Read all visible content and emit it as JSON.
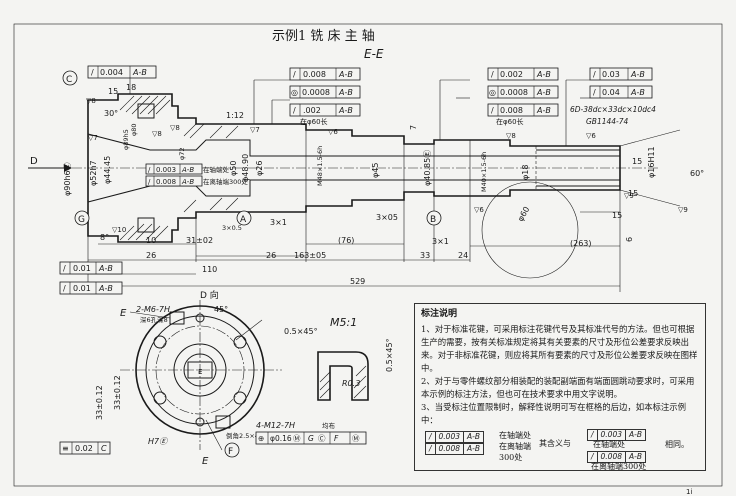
{
  "title": "示例1    铣  床  主  轴",
  "section_label": "E-E",
  "detail_label": "M5:1",
  "view_label": "D 向",
  "datums": {
    "C": "C",
    "G": "G",
    "A": "A",
    "B": "B",
    "F": "F",
    "E": "E",
    "D": "D"
  },
  "fcf": {
    "top_left": [
      "/",
      "0.004",
      "A-B"
    ],
    "mid1": [
      "/",
      "0.008",
      "A-B"
    ],
    "mid2": [
      "◎",
      "0.0008",
      "A-B"
    ],
    "mid3": [
      "/",
      ".002",
      "A-B"
    ],
    "mid_note": "在φ60长",
    "r1": [
      "/",
      "0.002",
      "A-B"
    ],
    "r2": [
      "◎",
      "0.0008",
      "A-B"
    ],
    "r3": [
      "/",
      "0.008",
      "A-B"
    ],
    "r3_note": "在φ60长",
    "far1": [
      "/",
      "0.03",
      "A-B"
    ],
    "far2": [
      "/",
      "0.04",
      "A-B"
    ],
    "inner1": [
      "/",
      "0.003",
      "A-B"
    ],
    "inner2": [
      "/",
      "0.008",
      "A-B"
    ],
    "inner_note1": "在轴端处",
    "inner_note2": "在离轴端300处",
    "bl1": [
      "/",
      "0.01",
      "A-B"
    ],
    "bl2": [
      "/",
      "0.01",
      "A-B"
    ],
    "flat": [
      "≡",
      "0.02",
      "C"
    ],
    "pos": [
      "⊕",
      "φ0.16",
      "Ⓜ",
      "G",
      "Ⓒ",
      "F",
      "Ⓜ"
    ]
  },
  "dims": {
    "d90": "φ90h6Ⓔ",
    "d52": "φ52h7",
    "d44": "φ44.45",
    "d89": "φ89h5",
    "d80": "φ80",
    "d72": "φ72",
    "d50": "φ50",
    "d48": "φ48.90",
    "d26": "φ26",
    "m48": "M48×1.5-6h",
    "d45": "φ45",
    "d40": "φ40.85Ⓔ",
    "m40": "M40×1.5-6h",
    "d18": "φ18",
    "d60": "φ60",
    "d16": "φ16H11",
    "l15a": "15",
    "l18": "18",
    "l15b": "15",
    "l10": "10",
    "l31": "31±02",
    "l26a": "26",
    "l26b": "26",
    "l110": "110",
    "l163": "163±05",
    "l76": "(76)",
    "l529": "529",
    "l33": "33",
    "l24": "24",
    "l263": "(263)",
    "l15c": "15",
    "l15d": "15",
    "c3x05a": "3×0.5",
    "c3x1a": "3×1",
    "c3x05b": "3×05",
    "c3x1b": "3×1",
    "c30": "30°",
    "a60": "60°",
    "c8": "8°",
    "spline": "6D-38dc×33dc×10dc4",
    "gb": "GB1144-74",
    "taper": "1:12",
    "l7": "7",
    "l6": "6",
    "m6": "2-M6-7H",
    "m6_note": "深6孔深8",
    "a45": "45°",
    "s33": "33±0.12",
    "s33b": "33±0.12",
    "m12": "4-M12-7H",
    "m12_note": "均布",
    "hole_note": "倒角2.5×45°",
    "h7": "H7Ⓔ",
    "det1": "0.5×45°",
    "det2": "0.5×45°",
    "r03": "R0.3",
    "r1": "▽8",
    "r2": "▽8",
    "r3": "▽7",
    "r4": "▽6",
    "r5": "▽8",
    "r6": "▽6",
    "r7": "▽9",
    "r8": "▽7",
    "r9": "▽9",
    "r10": "▽8",
    "r11": "▽10",
    "r12": "▽6"
  },
  "notes": {
    "title": "标注说明",
    "p1": "1、对于标准花键，可采用标注花键代号及其标准代号的方法。但也可根据生产的需要，按有关标准规定将其有关要素的尺寸及形位公差要求反映出来。对于非标准花键，则应将其所有要素的尺寸及形位公差要求反映在图样中。",
    "p2": "2、对于与零件螺纹部分相装配的装配副端面有端面圆跳动要求时，可采用本示例的标注方法，但也可在技术要求中用文字说明。",
    "p3": "3、当受标注位置限制时，解释性说明可写在框格的后边，如本标注示例中：",
    "ex_a": [
      "/",
      "0.003",
      "A-B"
    ],
    "ex_b": [
      "/",
      "0.008",
      "A-B"
    ],
    "ex_a_note": "在轴端处",
    "ex_b_note1": "在离轴端",
    "ex_b_note2": "300处",
    "ex_mid": "其含义与",
    "ex_c": [
      "/",
      "0.003",
      "A-B"
    ],
    "ex_c_note": "在轴端处",
    "ex_d": [
      "/",
      "0.008",
      "A-B"
    ],
    "ex_d_note": "在离轴端300处",
    "ex_end": "相同。"
  },
  "page_mark": "1ⅰ"
}
